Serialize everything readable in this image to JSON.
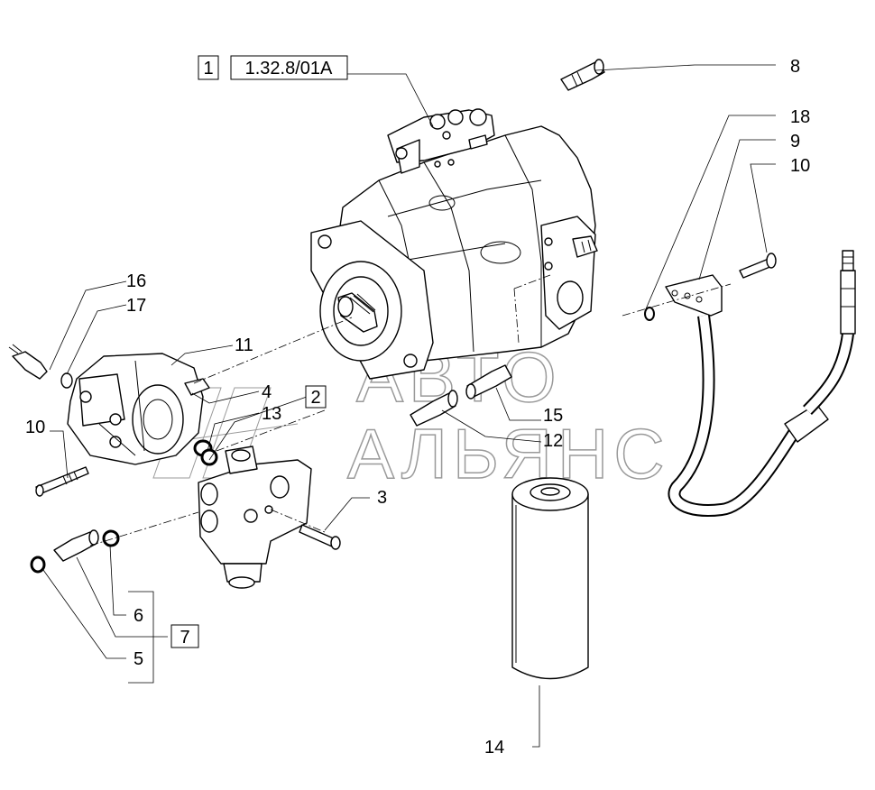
{
  "reference": {
    "ref_index": "1",
    "ref_code": "1.32.8/01A"
  },
  "callouts": {
    "c2": "2",
    "c3": "3",
    "c4": "4",
    "c5": "5",
    "c6": "6",
    "c7": "7",
    "c8": "8",
    "c9": "9",
    "c10a": "10",
    "c10b": "10",
    "c11": "11",
    "c12": "12",
    "c13": "13",
    "c14": "14",
    "c15": "15",
    "c16": "16",
    "c17": "17",
    "c18": "18"
  },
  "watermark": {
    "line1": "АВТО",
    "line2": "АЛЬЯНС"
  }
}
